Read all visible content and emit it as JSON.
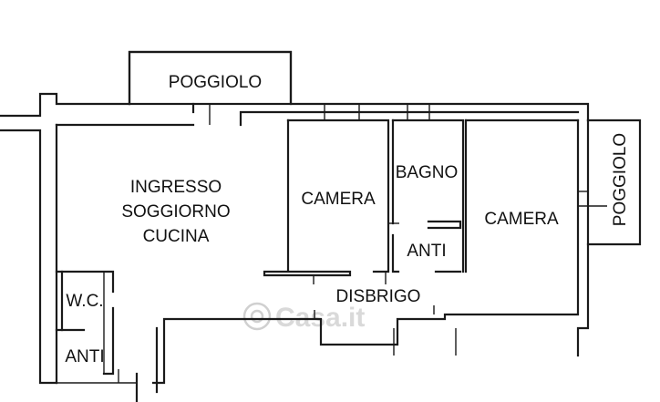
{
  "rooms": {
    "balcony_top": "POGGIOLO",
    "balcony_right": "POGGIOLO",
    "living": {
      "line1": "INGRESSO",
      "line2": "SOGGIORNO",
      "line3": "CUCINA"
    },
    "bedroom_center": "CAMERA",
    "bathroom": "BAGNO",
    "anti_bathroom": "ANTI",
    "bedroom_right": "CAMERA",
    "hallway": "DISBRIGO",
    "wc": "W.C.",
    "anti_wc": "ANTI"
  },
  "watermark": "Casa.it"
}
